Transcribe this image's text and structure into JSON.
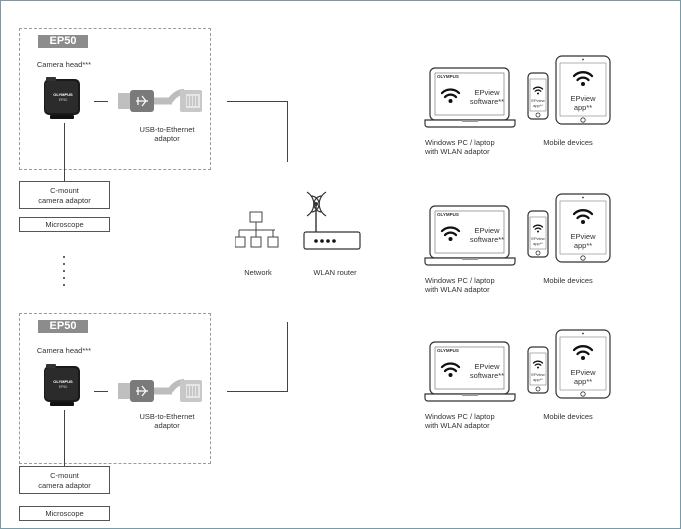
{
  "ep50_top": {
    "badge": "EP50",
    "camera_head": "Camera head***",
    "camera_brand": "OLYMPUS",
    "camera_model": "EP50",
    "usb_label_1": "USB-to-Ethernet",
    "usb_label_2": "adaptor"
  },
  "ep50_bottom": {
    "badge": "EP50",
    "camera_head": "Camera head***",
    "camera_brand": "OLYMPUS",
    "camera_model": "EP50",
    "usb_label_1": "USB-to-Ethernet",
    "usb_label_2": "adaptor"
  },
  "stack_top": {
    "cmount_1": "C-mount",
    "cmount_2": "camera adaptor",
    "microscope": "Microscope"
  },
  "stack_bottom": {
    "cmount_1": "C-mount",
    "cmount_2": "camera adaptor",
    "microscope": "Microscope"
  },
  "network": {
    "network_label": "Network",
    "router_label": "WLAN router"
  },
  "devices": [
    {
      "laptop_brand": "OLYMPUS",
      "laptop_app_1": "EPview",
      "laptop_app_2": "software**",
      "phone_app_1": "EPview",
      "phone_app_2": "app**",
      "tablet_app_1": "EPview",
      "tablet_app_2": "app**",
      "pc_caption_1": "Windows PC / laptop",
      "pc_caption_2": "with WLAN adaptor",
      "mobile_caption": "Mobile devices"
    },
    {
      "laptop_brand": "OLYMPUS",
      "laptop_app_1": "EPview",
      "laptop_app_2": "software**",
      "phone_app_1": "EPview",
      "phone_app_2": "app**",
      "tablet_app_1": "EPview",
      "tablet_app_2": "app**",
      "pc_caption_1": "Windows PC / laptop",
      "pc_caption_2": "with WLAN adaptor",
      "mobile_caption": "Mobile devices"
    },
    {
      "laptop_brand": "OLYMPUS",
      "laptop_app_1": "EPview",
      "laptop_app_2": "software**",
      "phone_app_1": "EPview",
      "phone_app_2": "app**",
      "tablet_app_1": "EPview",
      "tablet_app_2": "app**",
      "pc_caption_1": "Windows PC / laptop",
      "pc_caption_2": "with WLAN adaptor",
      "mobile_caption": "Mobile devices"
    }
  ]
}
